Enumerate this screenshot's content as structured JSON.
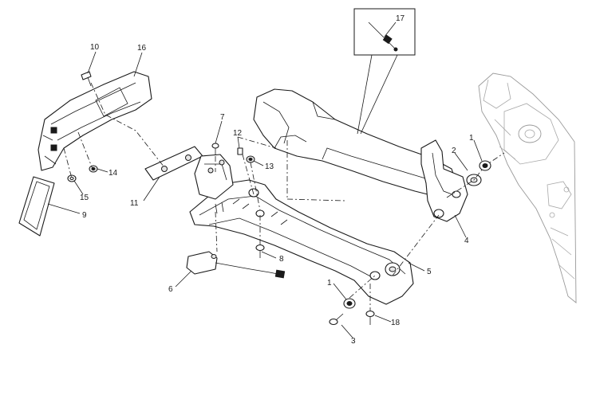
{
  "callouts": [
    {
      "id": "c1a",
      "label": "1"
    },
    {
      "id": "c1b",
      "label": "1"
    },
    {
      "id": "c2",
      "label": "2"
    },
    {
      "id": "c3",
      "label": "3"
    },
    {
      "id": "c4",
      "label": "4"
    },
    {
      "id": "c5",
      "label": "5"
    },
    {
      "id": "c6",
      "label": "6"
    },
    {
      "id": "c7",
      "label": "7"
    },
    {
      "id": "c8",
      "label": "8"
    },
    {
      "id": "c9",
      "label": "9"
    },
    {
      "id": "c10",
      "label": "10"
    },
    {
      "id": "c11",
      "label": "11"
    },
    {
      "id": "c12",
      "label": "12"
    },
    {
      "id": "c13",
      "label": "13"
    },
    {
      "id": "c14",
      "label": "14"
    },
    {
      "id": "c15",
      "label": "15"
    },
    {
      "id": "c16",
      "label": "16"
    },
    {
      "id": "c17",
      "label": "17"
    },
    {
      "id": "c18",
      "label": "18"
    }
  ]
}
